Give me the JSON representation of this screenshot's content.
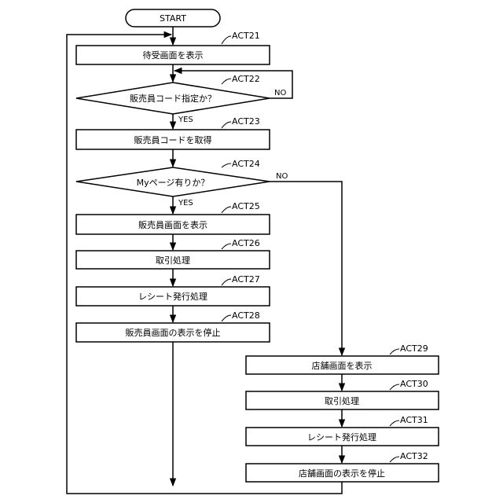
{
  "start": {
    "label": "START"
  },
  "nodes": {
    "act21": {
      "act": "ACT21",
      "text": "待受画面を表示"
    },
    "act22": {
      "act": "ACT22",
      "text": "販売員コード指定か？",
      "yes": "YES",
      "no": "NO"
    },
    "act23": {
      "act": "ACT23",
      "text": "販売員コードを取得"
    },
    "act24": {
      "act": "ACT24",
      "text": "Myページ有りか？",
      "yes": "YES",
      "no": "NO"
    },
    "act25": {
      "act": "ACT25",
      "text": "販売員画面を表示"
    },
    "act26": {
      "act": "ACT26",
      "text": "取引処理"
    },
    "act27": {
      "act": "ACT27",
      "text": "レシート発行処理"
    },
    "act28": {
      "act": "ACT28",
      "text": "販売員画面の表示を停止"
    },
    "act29": {
      "act": "ACT29",
      "text": "店舗画面を表示"
    },
    "act30": {
      "act": "ACT30",
      "text": "取引処理"
    },
    "act31": {
      "act": "ACT31",
      "text": "レシート発行処理"
    },
    "act32": {
      "act": "ACT32",
      "text": "店舗画面の表示を停止"
    }
  }
}
